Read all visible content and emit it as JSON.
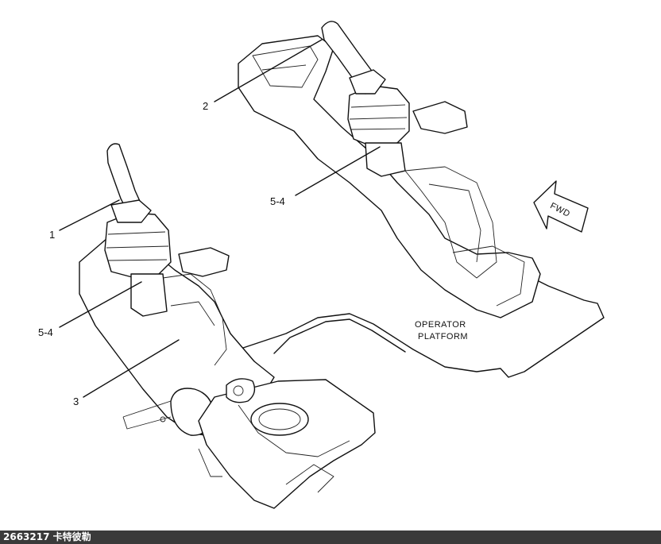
{
  "callouts": {
    "c1": "1",
    "c2": "2",
    "c3": "3",
    "c54_left": "5-4",
    "c54_right": "5-4"
  },
  "labels": {
    "operator_line1": "OPERATOR",
    "operator_line2": "PLATFORM",
    "fwd": "FWD"
  },
  "footer": {
    "text": "2663217 卡特彼勒"
  }
}
